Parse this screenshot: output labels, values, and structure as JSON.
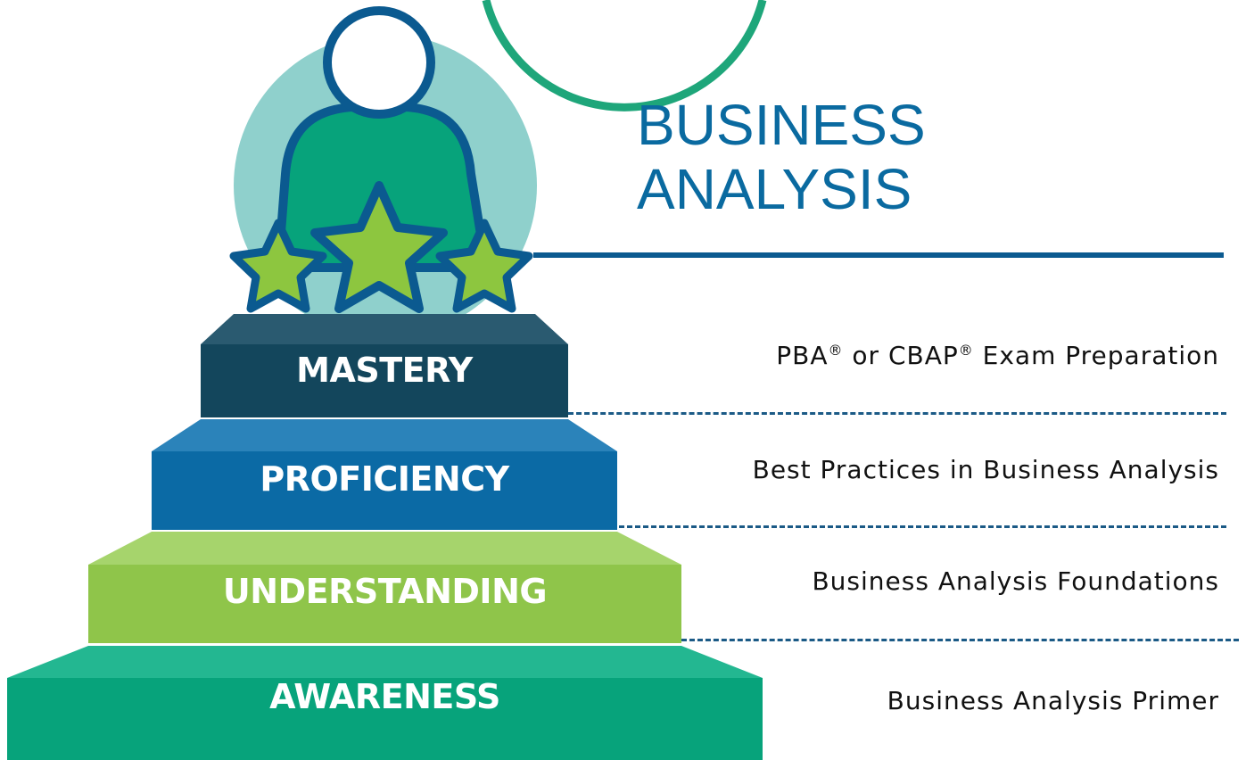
{
  "title": {
    "line1": "BUSINESS",
    "line2": "ANALYSIS"
  },
  "levels": [
    {
      "label": "MASTERY",
      "course_a": "PBA",
      "reg": "®",
      "course_b": " or CBAP",
      "course_c": " Exam Preparation",
      "color": "#13465c"
    },
    {
      "label": "PROFICIENCY",
      "course": "Best Practices in Business Analysis",
      "color": "#0b6aa5"
    },
    {
      "label": "UNDERSTANDING",
      "course": "Business Analysis Foundations",
      "color": "#8fc54a"
    },
    {
      "label": "AWARENESS",
      "course": "Business Analysis Primer",
      "color": "#07a37b"
    }
  ],
  "icons": {
    "person": "person-icon",
    "stars": "star-icon"
  },
  "colors": {
    "title_blue": "#0a6aa0",
    "accent_green": "#1ea67a",
    "star_green": "#8dc63f",
    "outline_blue": "#0b5a90",
    "circle_teal": "#8fd0cc"
  }
}
